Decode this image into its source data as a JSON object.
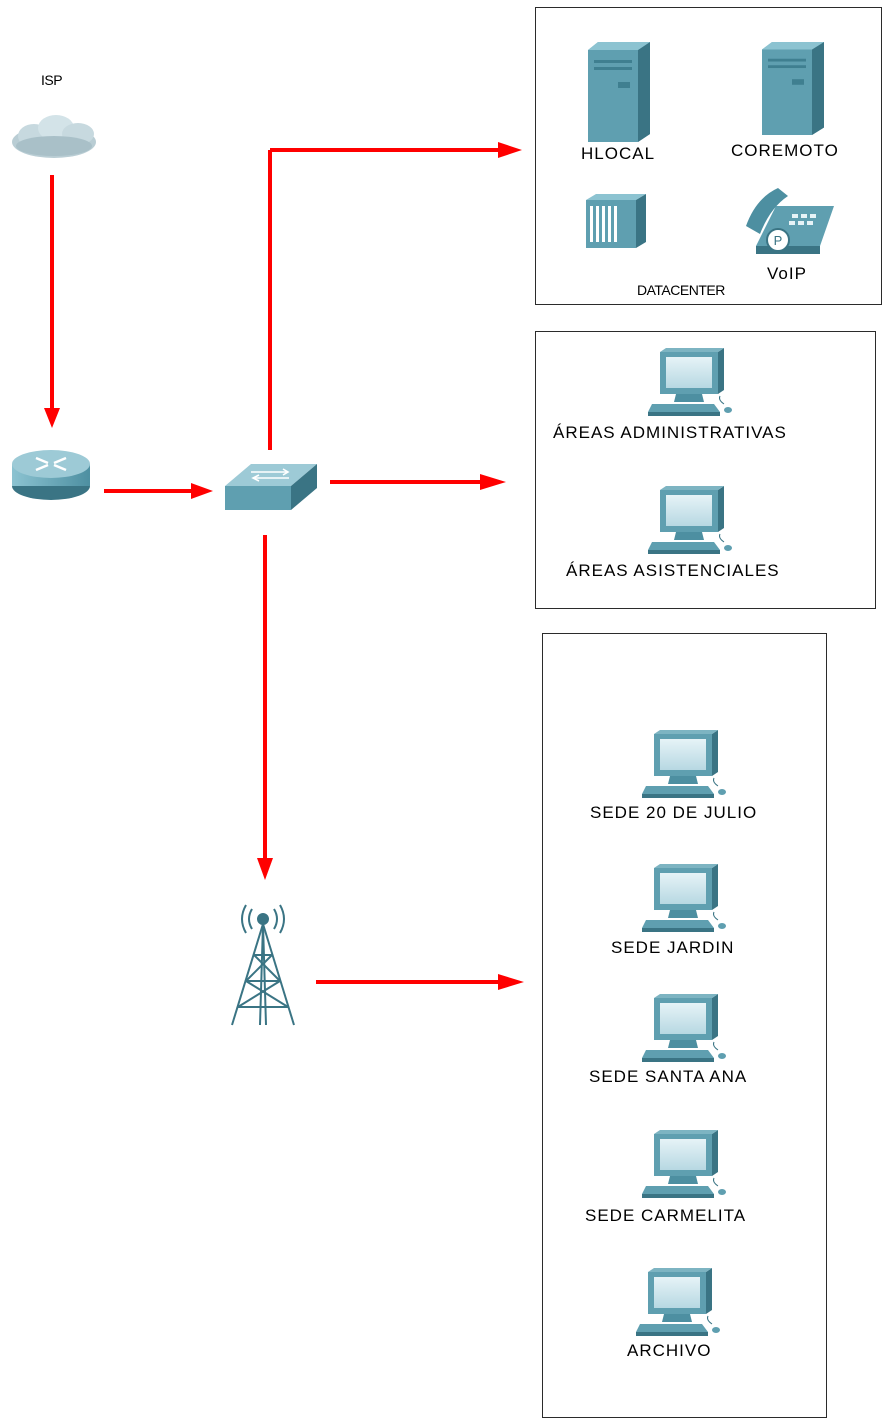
{
  "isp": {
    "label": "ISP"
  },
  "datacenter": {
    "label": "DATACENTER",
    "devices": [
      {
        "label": "HLOCAL",
        "icon": "server-icon"
      },
      {
        "label": "COREMOTO",
        "icon": "server-icon"
      },
      {
        "label": "",
        "icon": "rack-server-icon"
      },
      {
        "label": "VoIP",
        "icon": "ip-phone-icon"
      }
    ]
  },
  "areas": {
    "devices": [
      {
        "label": "ÁREAS ADMINISTRATIVAS",
        "icon": "pc-icon"
      },
      {
        "label": "ÁREAS ASISTENCIALES",
        "icon": "pc-icon"
      }
    ]
  },
  "sedes": {
    "devices": [
      {
        "label": "SEDE 20 DE JULIO",
        "icon": "pc-icon"
      },
      {
        "label": "SEDE JARDIN",
        "icon": "pc-icon"
      },
      {
        "label": "SEDE SANTA ANA",
        "icon": "pc-icon"
      },
      {
        "label": "SEDE CARMELITA",
        "icon": "pc-icon"
      },
      {
        "label": "ARCHIVO",
        "icon": "pc-icon"
      }
    ]
  },
  "colors": {
    "link": "#ff0000",
    "device": "#5f9fb0",
    "device_dark": "#3a7484",
    "border": "#2b2b2b"
  }
}
